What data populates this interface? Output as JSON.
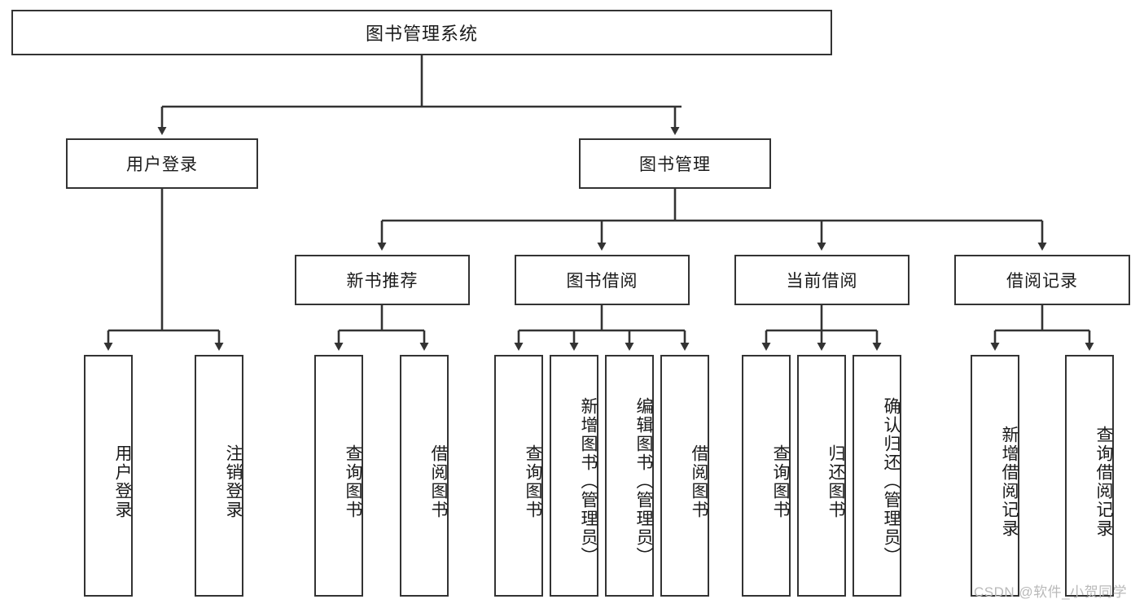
{
  "diagram": {
    "title_node": "图书管理系统",
    "watermark": "CSDN @软件_小贺同学",
    "colors": {
      "box_border": "#333333",
      "box_fill": "#ffffff",
      "connector": "#333333",
      "text": "#1a1a1a",
      "watermark": "#b9b9b9"
    },
    "levels": {
      "root": [
        {
          "id": "root",
          "label": "图书管理系统"
        }
      ],
      "level1": [
        {
          "id": "l1-0",
          "label": "用户登录"
        },
        {
          "id": "l1-1",
          "label": "图书管理"
        }
      ],
      "level2": [
        {
          "id": "l2-0",
          "label": "新书推荐"
        },
        {
          "id": "l2-1",
          "label": "图书借阅"
        },
        {
          "id": "l2-2",
          "label": "当前借阅"
        },
        {
          "id": "l2-3",
          "label": "借阅记录"
        }
      ],
      "leaves": [
        {
          "id": "leaf-0",
          "label": "用户登录",
          "parent": "用户登录"
        },
        {
          "id": "leaf-1",
          "label": "注销登录",
          "parent": "用户登录"
        },
        {
          "id": "leaf-2",
          "label": "查询图书",
          "parent": "新书推荐"
        },
        {
          "id": "leaf-3",
          "label": "借阅图书",
          "parent": "新书推荐"
        },
        {
          "id": "leaf-4",
          "label": "查询图书",
          "parent": "图书借阅"
        },
        {
          "id": "leaf-5",
          "label": "新增图书（管理员）",
          "parent": "图书借阅"
        },
        {
          "id": "leaf-6",
          "label": "编辑图书（管理员）",
          "parent": "图书借阅"
        },
        {
          "id": "leaf-7",
          "label": "借阅图书",
          "parent": "图书借阅"
        },
        {
          "id": "leaf-8",
          "label": "查询图书",
          "parent": "当前借阅"
        },
        {
          "id": "leaf-9",
          "label": "归还图书",
          "parent": "当前借阅"
        },
        {
          "id": "leaf-10",
          "label": "确认归还（管理员）",
          "parent": "当前借阅"
        },
        {
          "id": "leaf-11",
          "label": "新增借阅记录",
          "parent": "借阅记录"
        },
        {
          "id": "leaf-12",
          "label": "查询借阅记录",
          "parent": "借阅记录"
        }
      ]
    }
  }
}
